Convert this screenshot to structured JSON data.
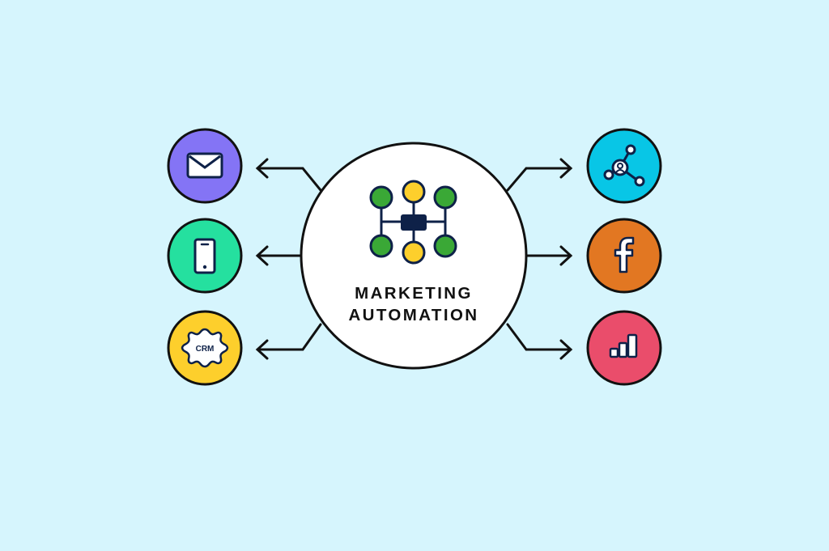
{
  "diagram": {
    "title_line1": "MARKETING",
    "title_line2": "AUTOMATION",
    "center_icon": "workflow-network-icon",
    "background_color": "#d6f5fd",
    "left_nodes": [
      {
        "id": "email",
        "icon": "envelope-icon",
        "color": "#8474f5"
      },
      {
        "id": "mobile",
        "icon": "smartphone-icon",
        "color": "#25e09f"
      },
      {
        "id": "crm",
        "icon": "crm-gear-icon",
        "label": "CRM",
        "color": "#fdcf2c"
      }
    ],
    "right_nodes": [
      {
        "id": "network",
        "icon": "user-network-icon",
        "color": "#08c6e6"
      },
      {
        "id": "facebook",
        "icon": "facebook-icon",
        "label": "f",
        "color": "#e27722"
      },
      {
        "id": "analytics",
        "icon": "bar-chart-icon",
        "color": "#ea4d6b"
      }
    ]
  }
}
